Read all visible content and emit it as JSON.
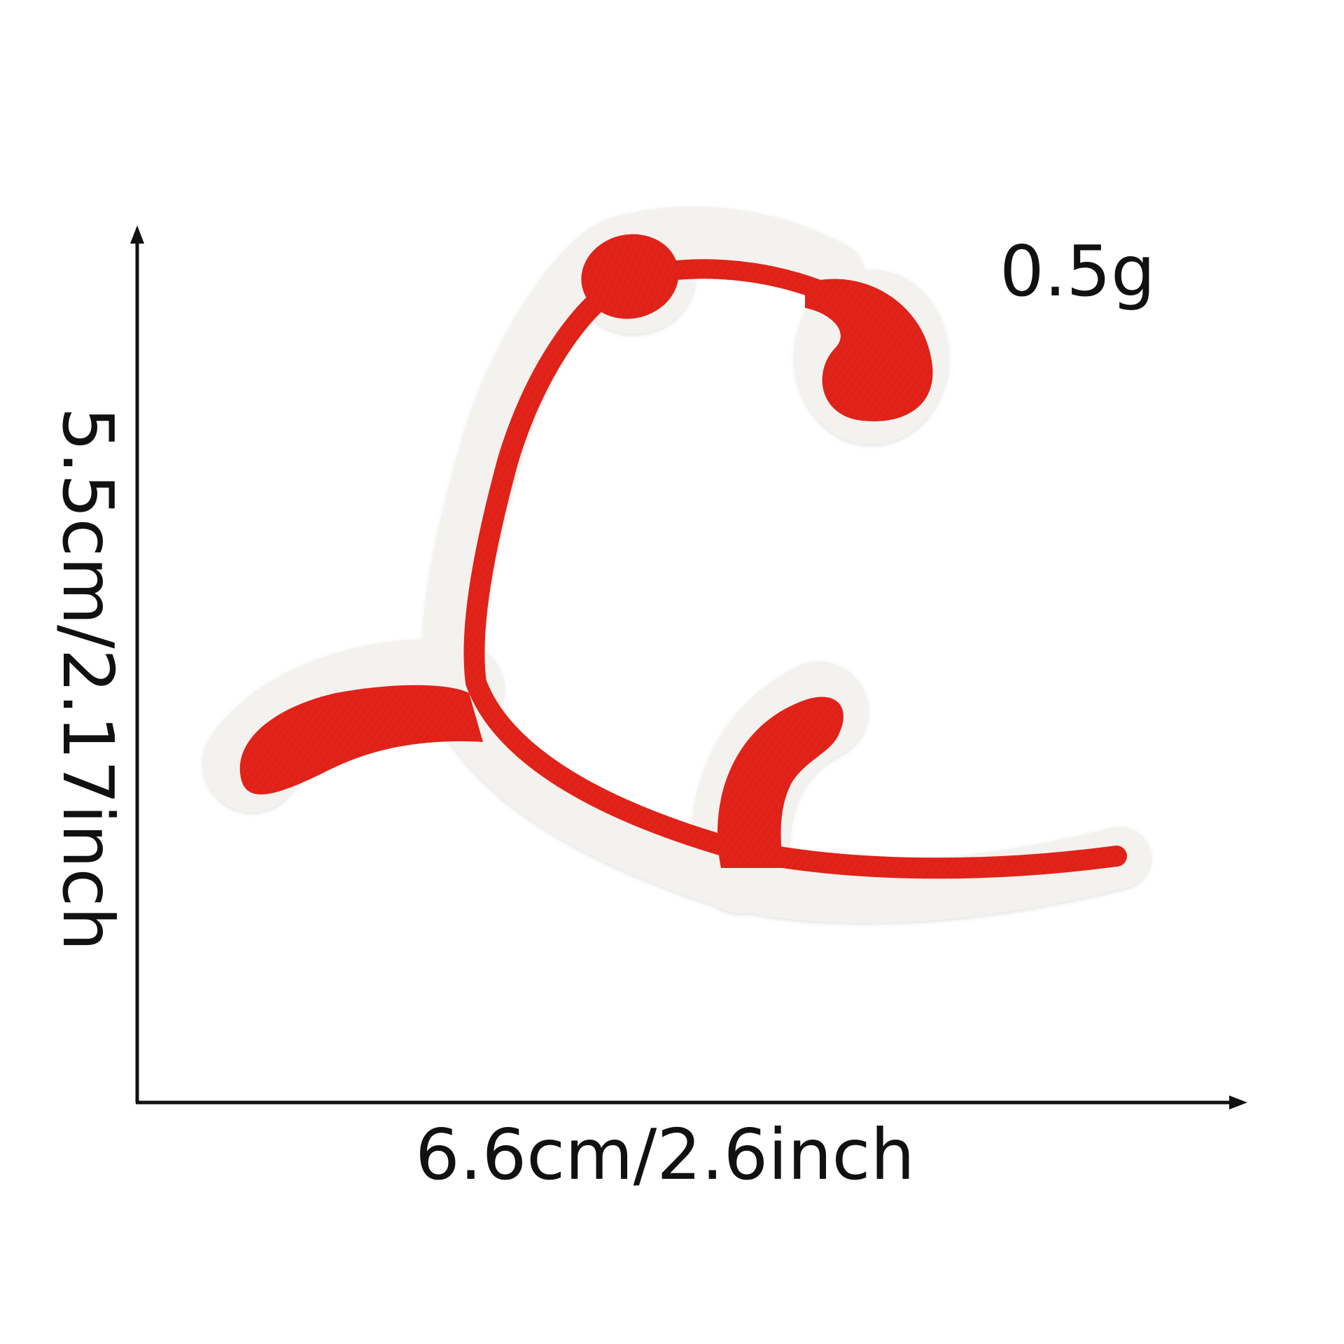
{
  "product": {
    "weight": "0.5g",
    "width_label": "6.6cm/2.6inch",
    "height_label": "5.5cm/2.17inch"
  },
  "colors": {
    "thread_red": "#e2231a",
    "border_white": "#f4f2ef",
    "axis_black": "#111111",
    "background": "#ffffff"
  },
  "icons": {
    "vertical_axis": "arrow-up-icon",
    "horizontal_axis": "arrow-right-icon"
  }
}
